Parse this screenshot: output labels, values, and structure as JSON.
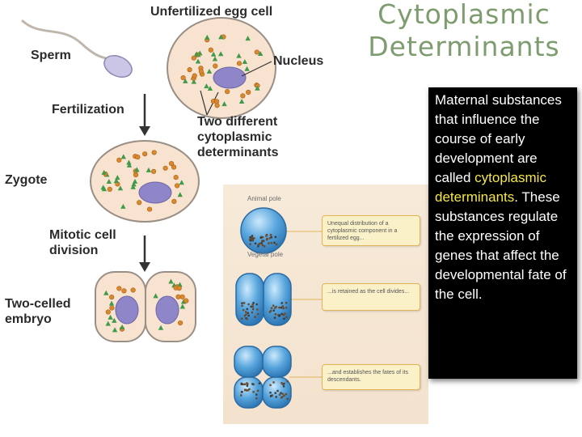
{
  "slide": {
    "title_line1": "Cytoplasmic",
    "title_line2": "Determinants"
  },
  "left_diagram": {
    "labels": {
      "unfertilized": "Unfertilized egg cell",
      "sperm": "Sperm",
      "nucleus": "Nucleus",
      "fertilization": "Fertilization",
      "determinants": "Two different cytoplasmic determinants",
      "zygote": "Zygote",
      "mitotic": "Mitotic cell division",
      "two_celled": "Two-celled embryo"
    },
    "colors": {
      "cell_fill": "#f7e3cf",
      "cell_stroke": "#9a8f86",
      "nucleus": "#8e86c8",
      "dot": "#d9882e",
      "triangle": "#3f9b4b",
      "arrow": "#333333"
    }
  },
  "middle_figure": {
    "animal_pole": "Animal pole",
    "vegetal_pole": "Vegetal pole",
    "callouts": [
      "Unequal distribution of a cytoplasmic component in a fertilized egg...",
      "...is retained as the cell divides...",
      "...and establishes the fates of its descendants."
    ],
    "colors": {
      "cell_blue": "#5aa7de",
      "cell_highlight": "#bfe3fb",
      "callout_border": "#e1b45a"
    }
  },
  "text_box": {
    "bullet": "",
    "part1": "Maternal substances that influence the course of early development are called ",
    "highlight": "cytoplasmic determinants",
    "part2": ". These substances regulate the expression of genes that affect the developmental fate of the cell.",
    "highlight_color": "#f5e74a"
  }
}
